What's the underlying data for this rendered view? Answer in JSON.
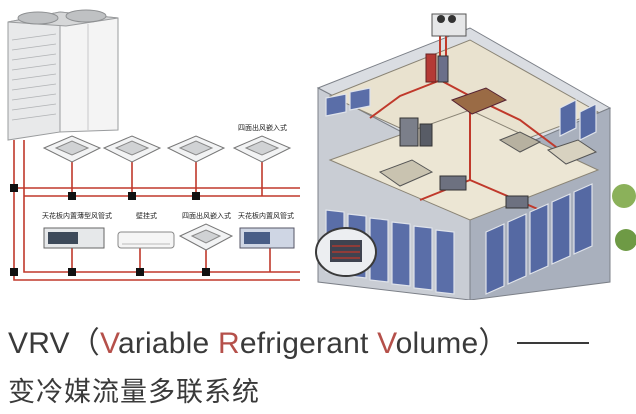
{
  "diagram": {
    "labels": {
      "four_way_cassette_top": "四面出风嵌入式",
      "ceiling_duct": "天花板内置薄型风管式",
      "wall_mounted": "壁挂式",
      "four_way_cassette_bottom": "四面出风嵌入式",
      "ceiling_concealed_duct": "天花板内置风管式"
    },
    "colors": {
      "refrigerant_pipe": "#c0392b",
      "building_wall": "#c9cdd4",
      "window_glass": "#5a6ea8"
    }
  },
  "caption": {
    "line1": {
      "prefix": "VRV（",
      "v_letter": "V",
      "v_rest": "ariable ",
      "r_letter": "R",
      "r_rest": "efrigerant ",
      "vol_letter": "V",
      "vol_rest": "olume",
      "suffix": "）"
    },
    "line2": "变冷媒流量多联系统",
    "accent_color": "#b5504a"
  }
}
